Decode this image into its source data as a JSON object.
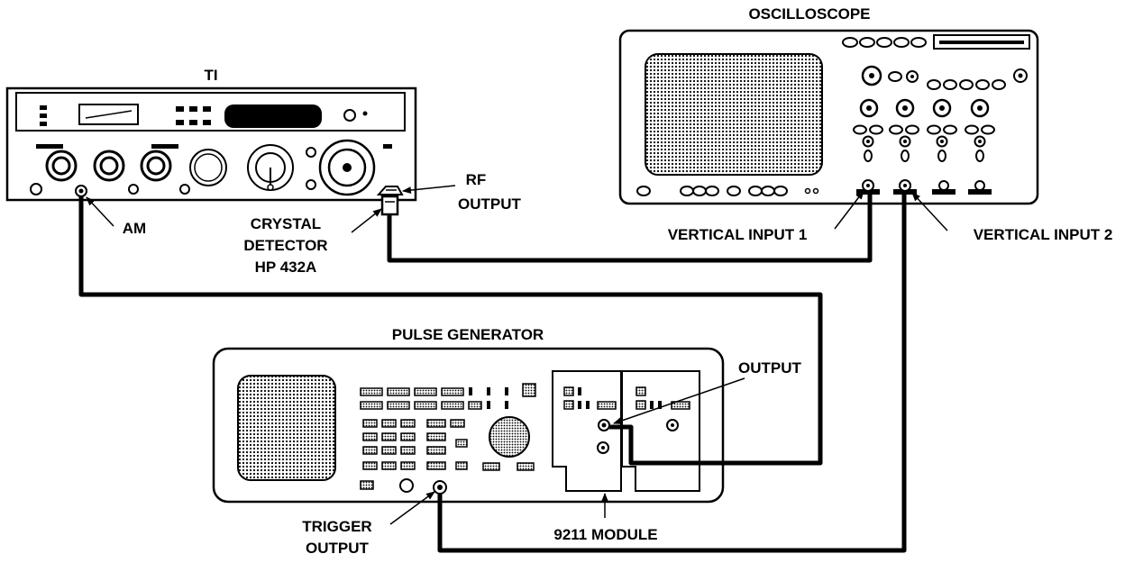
{
  "labels": {
    "ti": "TI",
    "oscilloscope": "OSCILLOSCOPE",
    "pulse_generator": "PULSE GENERATOR",
    "rf_output_1": "RF",
    "rf_output_2": "OUTPUT",
    "am": "AM",
    "crystal_1": "CRYSTAL",
    "crystal_2": "DETECTOR",
    "crystal_3": "HP 432A",
    "vertical_input_1": "VERTICAL INPUT 1",
    "vertical_input_2": "VERTICAL INPUT 2",
    "output": "OUTPUT",
    "trigger_1": "TRIGGER",
    "trigger_2": "OUTPUT",
    "module": "9211 MODULE"
  }
}
